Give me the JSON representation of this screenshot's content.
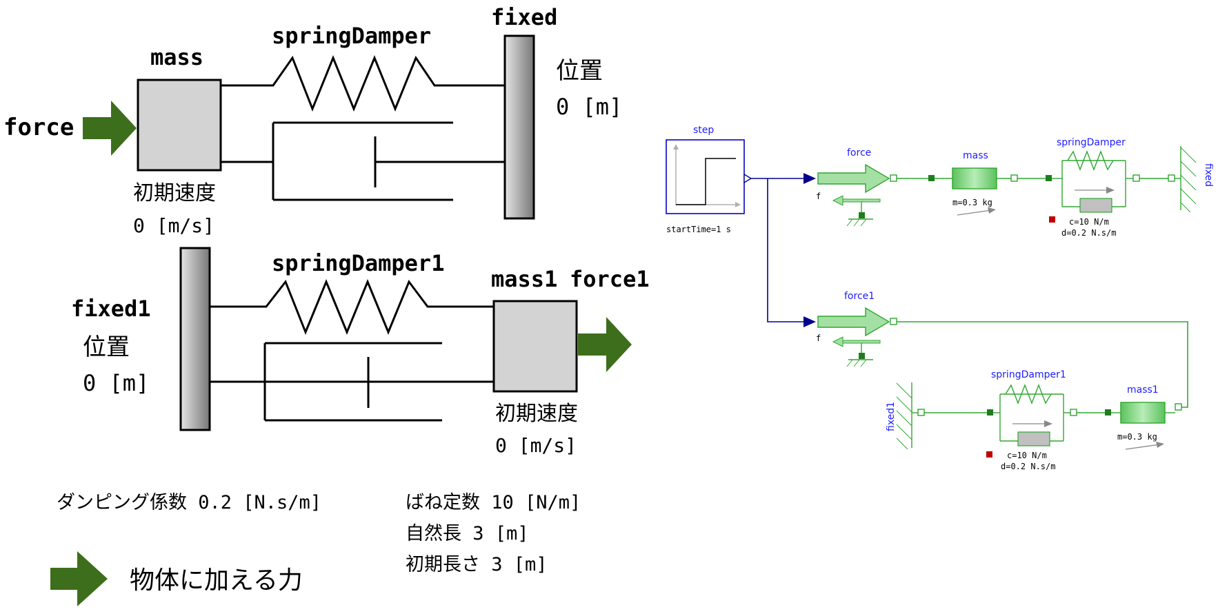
{
  "sketch": {
    "top": {
      "mass_label": "mass",
      "spring_label": "springDamper",
      "fixed_label": "fixed",
      "force_label": "force",
      "position_label": "位置",
      "position_value": "0 [m]",
      "velocity_label": "初期速度",
      "velocity_value": "0 [m/s]"
    },
    "bottom": {
      "fixed_label": "fixed1",
      "spring_label": "springDamper1",
      "mass_label": "mass1",
      "force_label": "force1",
      "position_label": "位置",
      "position_value": "0 [m]",
      "velocity_label": "初期速度",
      "velocity_value": "0 [m/s]"
    },
    "params": {
      "damping": "ダンピング係数 0.2 [N.s/m]",
      "spring_const": "ばね定数 10 [N/m]",
      "natural_length": "自然長 3 [m]",
      "initial_length": "初期長さ 3 [m]"
    },
    "legend": {
      "arrow_text": "物体に加える力"
    },
    "colors": {
      "arrow": "#3d6e1b",
      "block_fill": "#d3d3d3",
      "wall_gradient_light": "#e0e0e0",
      "wall_gradient_dark": "#7a7a7a"
    }
  },
  "modelica": {
    "step": {
      "name": "step",
      "param": "startTime=1 s"
    },
    "force": {
      "name": "force",
      "port": "f"
    },
    "mass": {
      "name": "mass",
      "param": "m=0.3 kg"
    },
    "springDamper": {
      "name": "springDamper",
      "param_c": "c=10 N/m",
      "param_d": "d=0.2 N.s/m"
    },
    "fixed": {
      "name": "fixed"
    },
    "force1": {
      "name": "force1",
      "port": "f"
    },
    "springDamper1": {
      "name": "springDamper1",
      "param_c": "c=10 N/m",
      "param_d": "d=0.2 N.s/m"
    },
    "mass1": {
      "name": "mass1",
      "param": "m=0.3 kg"
    },
    "fixed1": {
      "name": "fixed1"
    },
    "colors": {
      "name_text": "#1b1bff",
      "control_wire": "#00008c",
      "mech_wire": "#2fa62f",
      "component_green": "#7fd07f",
      "heat_port": "#c00000"
    }
  }
}
